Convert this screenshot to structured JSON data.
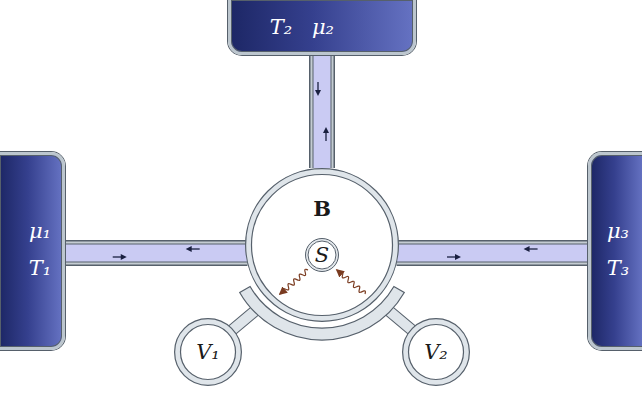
{
  "diagram": {
    "nodes": [
      {
        "text": [
          "T₂",
          "μ₂"
        ]
      },
      {
        "text": [
          "μ₁",
          "T₁"
        ]
      },
      {
        "text": [
          "B"
        ]
      },
      {
        "text": [
          "S"
        ],
        "in": 2
      },
      {
        "text": [
          "μ₃",
          "T₃"
        ]
      },
      {
        "text": [
          "V₁"
        ]
      },
      {
        "text": [
          "V₂"
        ]
      }
    ],
    "edges": [
      {
        "from": 0,
        "to": 2,
        "arrow": "both"
      },
      {
        "from": 1,
        "to": 2,
        "arrow": "both"
      },
      {
        "from": 4,
        "to": 2,
        "arrow": "both"
      }
    ]
  }
}
